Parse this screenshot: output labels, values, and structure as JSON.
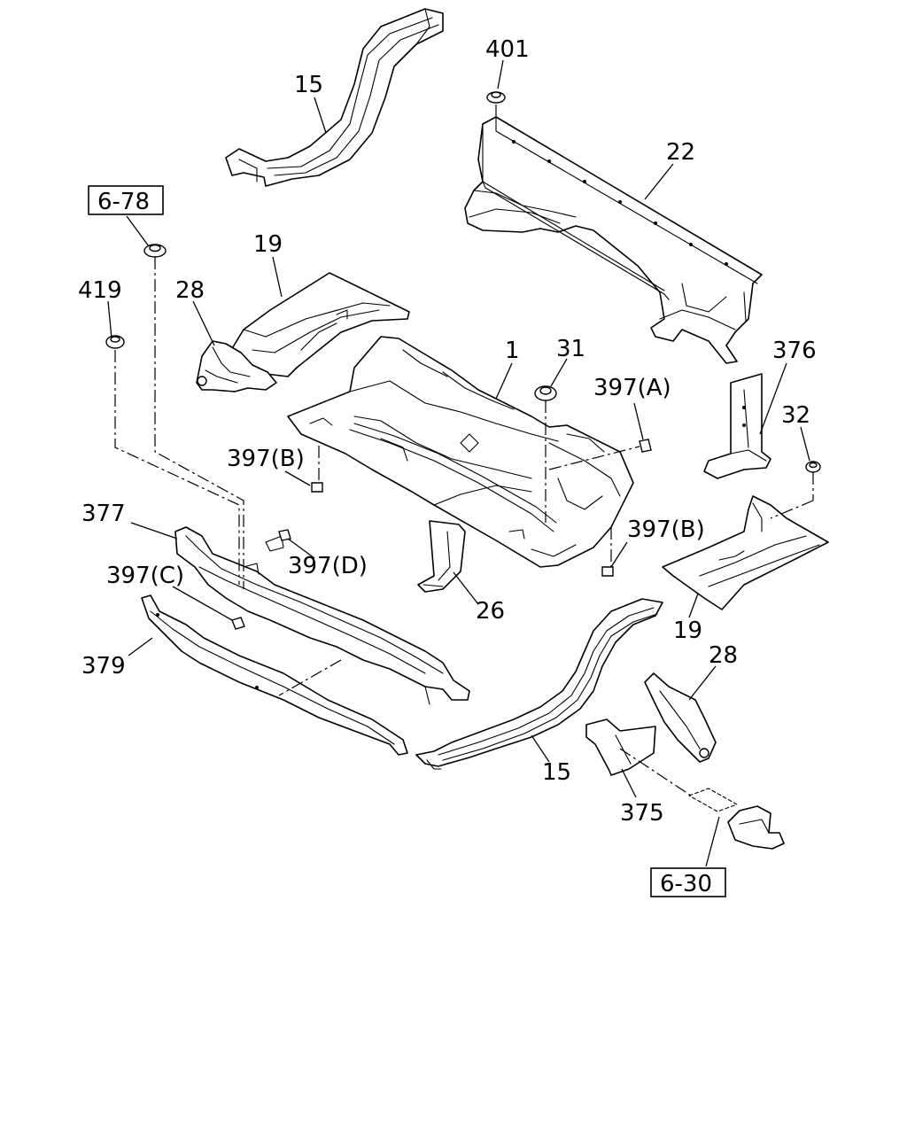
{
  "callouts": {
    "c15_top": "15",
    "c401": "401",
    "c22": "22",
    "c19_left": "19",
    "c28_left": "28",
    "c419": "419",
    "c1": "1",
    "c31": "31",
    "c376": "376",
    "c397a": "397(A)",
    "c32": "32",
    "c397b_left": "397(B)",
    "c377": "377",
    "c397d": "397(D)",
    "c397c": "397(C)",
    "c397b_right": "397(B)",
    "c26": "26",
    "c19_right": "19",
    "c28_right": "28",
    "c379": "379",
    "c15_bottom": "15",
    "c375": "375"
  },
  "references": {
    "ref_678": "6-78",
    "ref_630": "6-30"
  }
}
